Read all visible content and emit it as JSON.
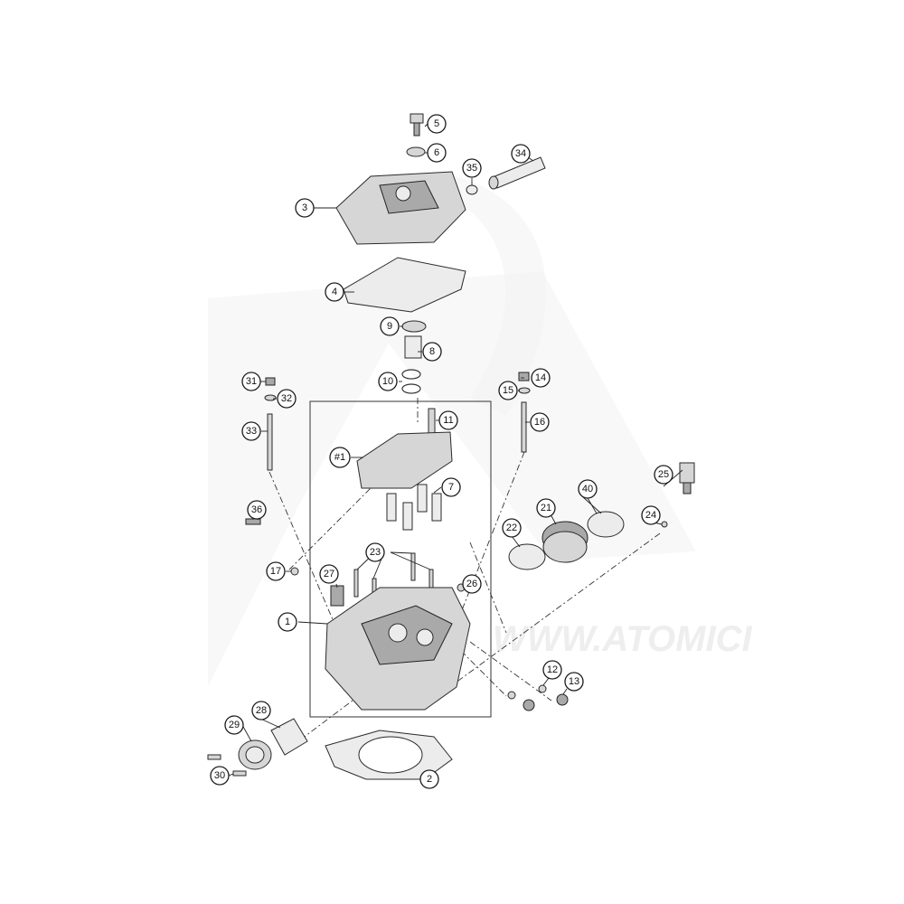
{
  "diagram": {
    "watermark": "WWW.ATOMICI",
    "callouts": [
      {
        "id": "c1",
        "label": "1"
      },
      {
        "id": "c2",
        "label": "2"
      },
      {
        "id": "c3",
        "label": "3"
      },
      {
        "id": "c4",
        "label": "4"
      },
      {
        "id": "c5",
        "label": "5"
      },
      {
        "id": "c6",
        "label": "6"
      },
      {
        "id": "c7",
        "label": "7"
      },
      {
        "id": "c8",
        "label": "8"
      },
      {
        "id": "c9",
        "label": "9"
      },
      {
        "id": "c10",
        "label": "10"
      },
      {
        "id": "c11",
        "label": "11"
      },
      {
        "id": "c12",
        "label": "12"
      },
      {
        "id": "c13",
        "label": "13"
      },
      {
        "id": "c14",
        "label": "14"
      },
      {
        "id": "c15",
        "label": "15"
      },
      {
        "id": "c16",
        "label": "16"
      },
      {
        "id": "c17",
        "label": "17"
      },
      {
        "id": "c21",
        "label": "21"
      },
      {
        "id": "c22",
        "label": "22"
      },
      {
        "id": "c23",
        "label": "23"
      },
      {
        "id": "c24",
        "label": "24"
      },
      {
        "id": "c25",
        "label": "25"
      },
      {
        "id": "c26",
        "label": "26"
      },
      {
        "id": "c27",
        "label": "27"
      },
      {
        "id": "c28",
        "label": "28"
      },
      {
        "id": "c29",
        "label": "29"
      },
      {
        "id": "c30",
        "label": "30"
      },
      {
        "id": "c31",
        "label": "31"
      },
      {
        "id": "c32",
        "label": "32"
      },
      {
        "id": "c33",
        "label": "33"
      },
      {
        "id": "c34",
        "label": "34"
      },
      {
        "id": "c35",
        "label": "35"
      },
      {
        "id": "c36",
        "label": "36"
      },
      {
        "id": "c40",
        "label": "40"
      },
      {
        "id": "c41",
        "label": "#1"
      }
    ]
  }
}
